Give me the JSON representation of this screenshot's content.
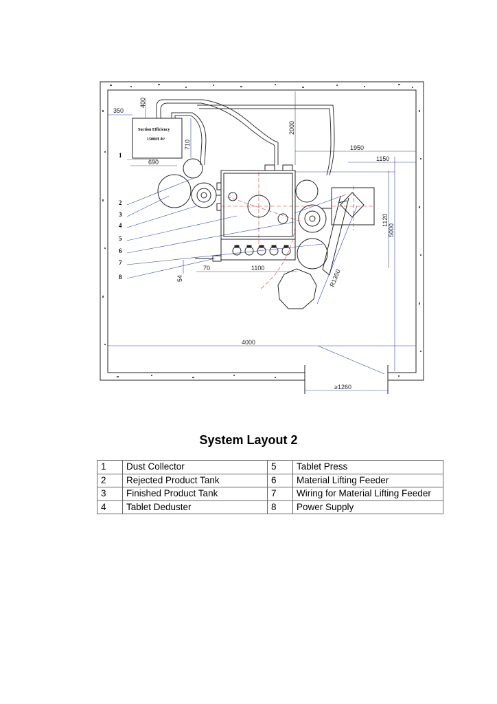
{
  "title": "System Layout 2",
  "dimensions": {
    "d350": "350",
    "d400": "400",
    "d710": "710",
    "d690": "690",
    "d2000": "2000",
    "d1950": "1950",
    "d1150": "1150",
    "d1120": "1120",
    "d5000": "5000",
    "d70": "70",
    "d1100": "1100",
    "d54": "54",
    "dR1350": "R1350",
    "d4000": "4000",
    "d1260": "≥1260"
  },
  "dust_collector_box": {
    "line1": "Suction Efficiency",
    "line2": "1500M /h³"
  },
  "item_numbers": [
    "1",
    "2",
    "3",
    "4",
    "5",
    "6",
    "7",
    "8"
  ],
  "legend": {
    "rows": [
      {
        "left_no": "1",
        "left_label": "Dust Collector",
        "right_no": "5",
        "right_label": "Tablet Press"
      },
      {
        "left_no": "2",
        "left_label": "Rejected Product Tank",
        "right_no": "6",
        "right_label": "Material Lifting Feeder"
      },
      {
        "left_no": "3",
        "left_label": "Finished Product Tank",
        "right_no": "7",
        "right_label": "Wiring for Material Lifting Feeder"
      },
      {
        "left_no": "4",
        "left_label": "Tablet Deduster",
        "right_no": "8",
        "right_label": "Power Supply"
      }
    ]
  }
}
